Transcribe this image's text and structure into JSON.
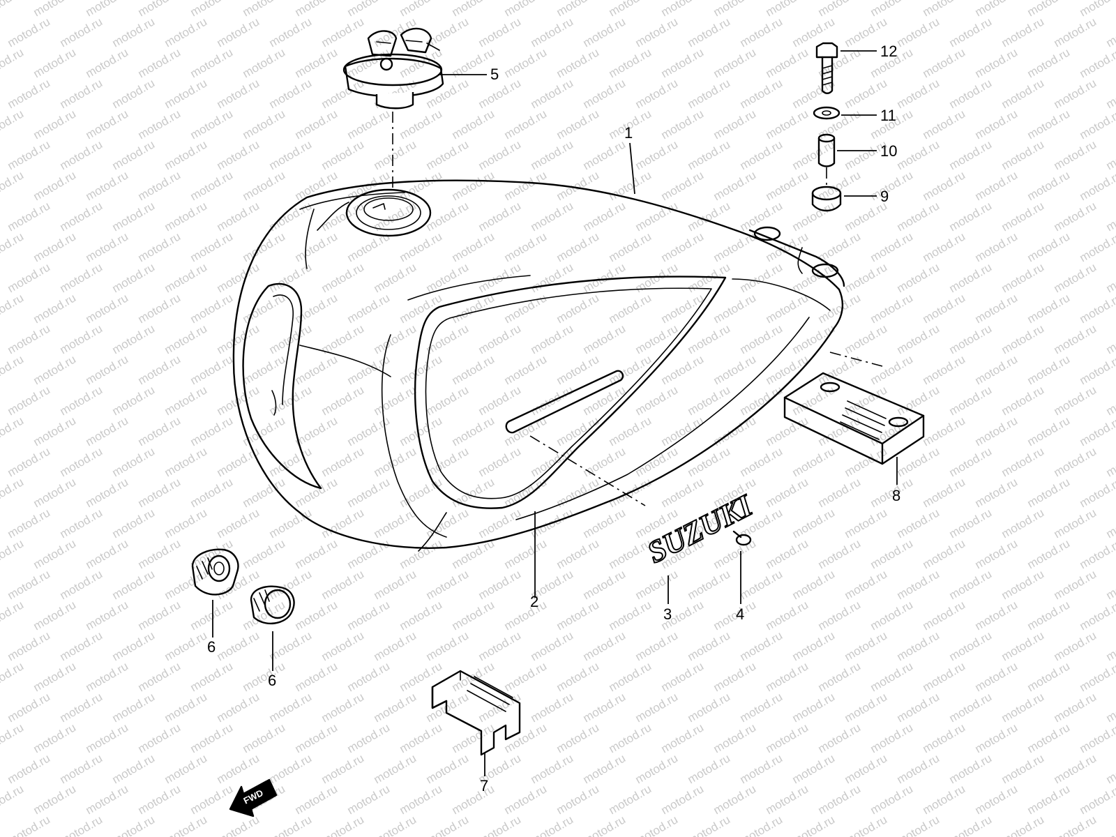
{
  "watermark": {
    "text": "motod.ru",
    "color": "#c9c9c9"
  },
  "emblem": {
    "text": "SUZUKI"
  },
  "direction_marker": {
    "text": "FWD"
  },
  "callouts": {
    "c1": "1",
    "c2": "2",
    "c3": "3",
    "c4": "4",
    "c5": "5",
    "c6a": "6",
    "c6b": "6",
    "c7": "7",
    "c8": "8",
    "c9": "9",
    "c10": "10",
    "c11": "11",
    "c12": "12"
  }
}
